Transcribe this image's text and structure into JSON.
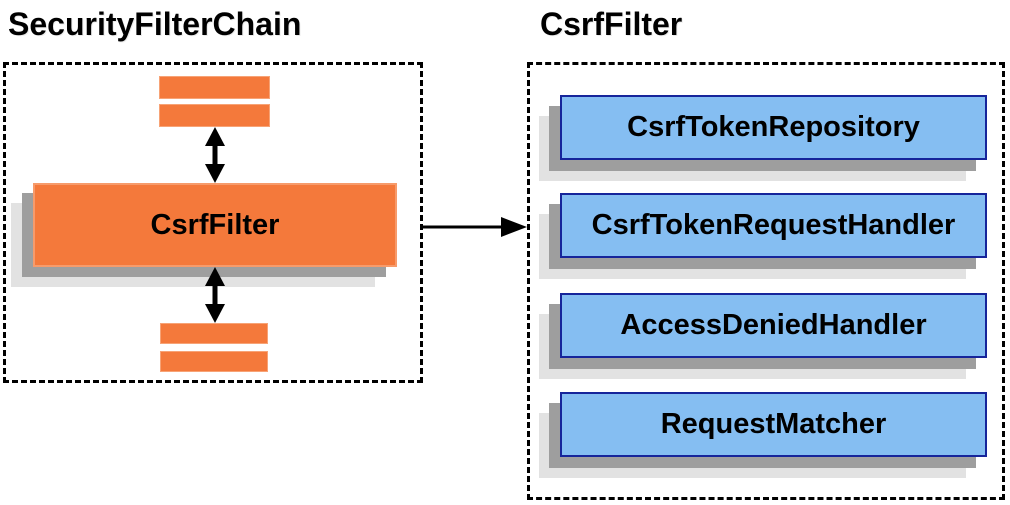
{
  "left_panel": {
    "title": "SecurityFilterChain",
    "filter_box_label": "CsrfFilter",
    "placeholder_filter_bars_above": 2,
    "placeholder_filter_bars_below": 2
  },
  "right_panel": {
    "title": "CsrfFilter",
    "components": [
      {
        "label": "CsrfTokenRepository"
      },
      {
        "label": "CsrfTokenRequestHandler"
      },
      {
        "label": "AccessDeniedHandler"
      },
      {
        "label": "RequestMatcher"
      }
    ]
  },
  "colors": {
    "filter_fill": "#F4793B",
    "filter_border": "#F7A376",
    "component_fill": "#85BEF2",
    "component_border": "#16259B",
    "shadow_dark": "#9E9E9E",
    "shadow_light": "#E2E2E2",
    "container_border": "#000000",
    "arrow": "#000000",
    "text": "#000000",
    "background": "#FFFFFF"
  }
}
